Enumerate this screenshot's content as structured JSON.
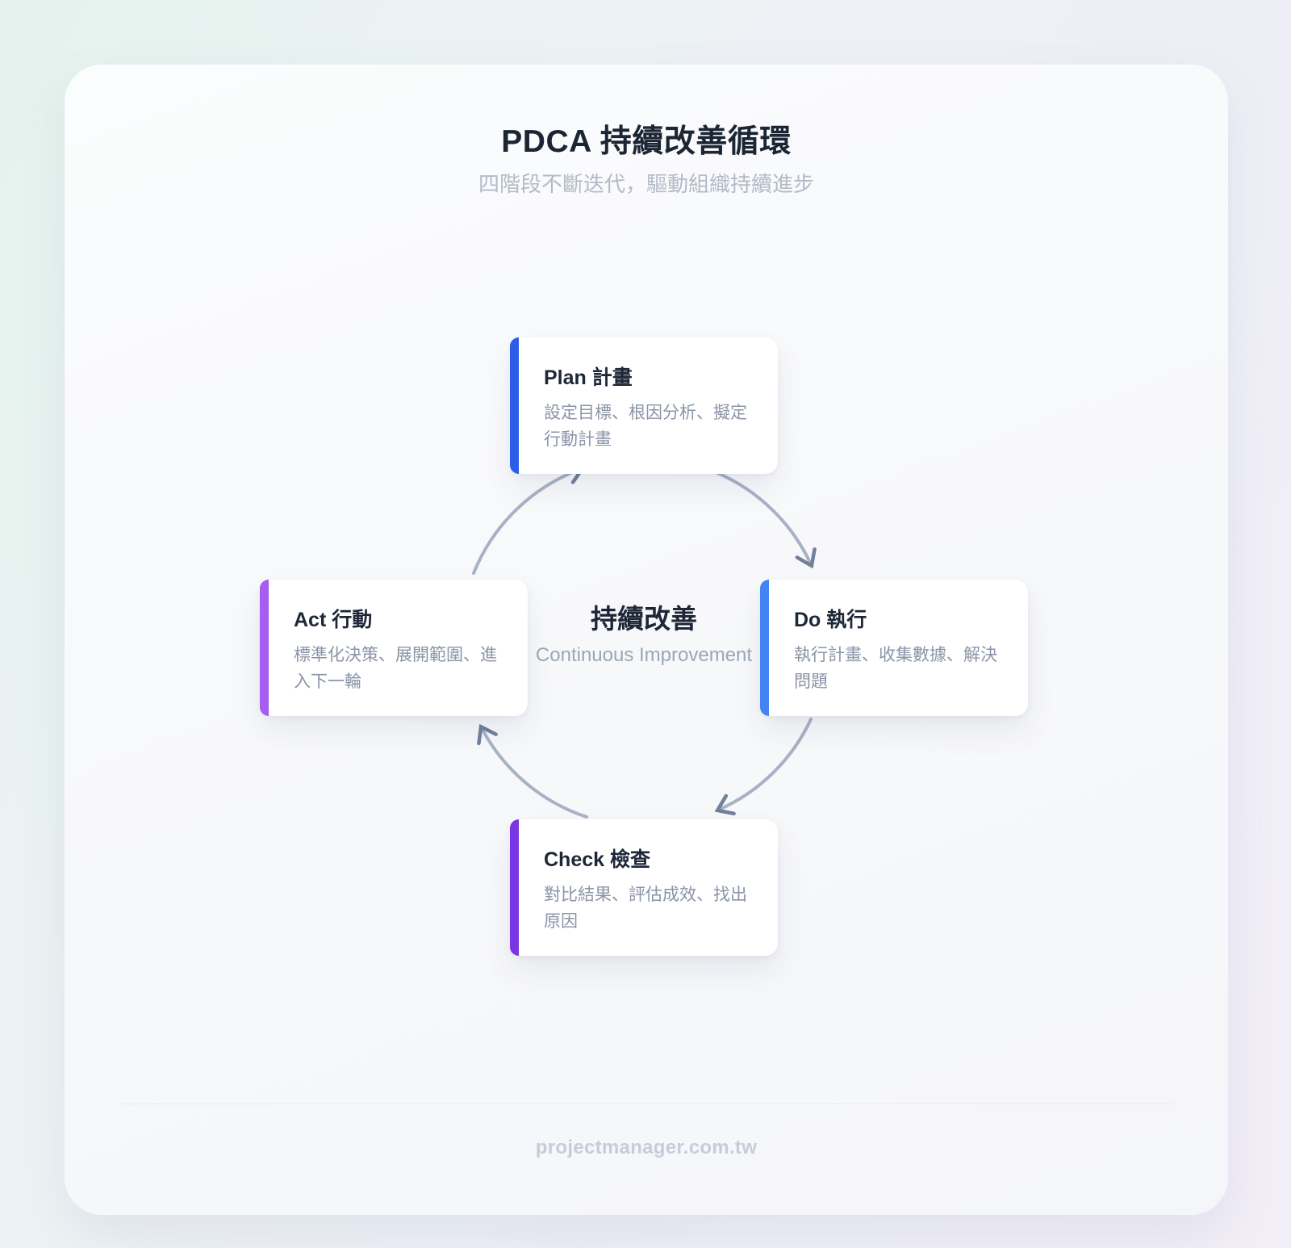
{
  "page": {
    "title": "PDCA 持續改善循環",
    "subtitle": "四階段不斷迭代，驅動組織持續進步"
  },
  "stages": [
    {
      "key": "plan",
      "title": "Plan 計畫",
      "description": "設定目標、根因分析、擬定行動計畫",
      "accent_color": "#2b5de8"
    },
    {
      "key": "do",
      "title": "Do 執行",
      "description": "執行計畫、收集數據、解決問題",
      "accent_color": "#4384f3"
    },
    {
      "key": "check",
      "title": "Check 檢查",
      "description": "對比結果、評估成效、找出原因",
      "accent_color": "#7a35e4"
    },
    {
      "key": "act",
      "title": "Act 行動",
      "description": "標準化決策、展開範圍、進入下一輪",
      "accent_color": "#a65df2"
    }
  ],
  "center_label": {
    "title": "持續改善",
    "subtitle": "Continuous Improvement"
  },
  "footer": {
    "website": "projectmanager.com.tw"
  },
  "colors": {
    "arrow": "#a8b2c4",
    "arrowhead": "#71809b",
    "title_text": "#1c2534",
    "body_text": "#8b94a7",
    "muted_text": "#b2bac8"
  }
}
